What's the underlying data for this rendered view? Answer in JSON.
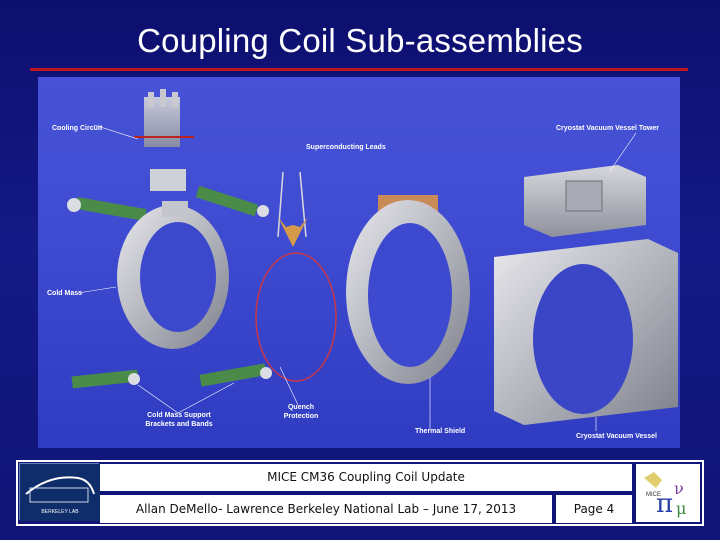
{
  "slide": {
    "title": "Coupling Coil Sub-assemblies",
    "colors": {
      "background": "#11127a",
      "title_rule": "#c0141e",
      "figure_bg": "#4150d4"
    }
  },
  "figure": {
    "labels": {
      "cooling_circuit": "Cooling Circuit",
      "superconducting_leads": "Superconducting Leads",
      "cryostat_vacuum_vessel_tower": "Cryostat Vacuum Vessel Tower",
      "cold_mass": "Cold Mass",
      "cold_mass_support_line1": "Cold Mass Support",
      "cold_mass_support_line2": "Brackets and Bands",
      "quench_line1": "Quench",
      "quench_line2": "Protection",
      "thermal_shield": "Thermal Shield",
      "cryostat_vacuum_vessel": "Cryostat Vacuum Vessel"
    }
  },
  "footer": {
    "caption": "MICE CM36 Coupling Coil Update",
    "author": "Allan DeMello- Lawrence Berkeley National Lab – June 17, 2013",
    "page": "Page 4",
    "lbnl_logo_text": "BERKELEY LAB",
    "mice_logo_text": "MICE"
  }
}
